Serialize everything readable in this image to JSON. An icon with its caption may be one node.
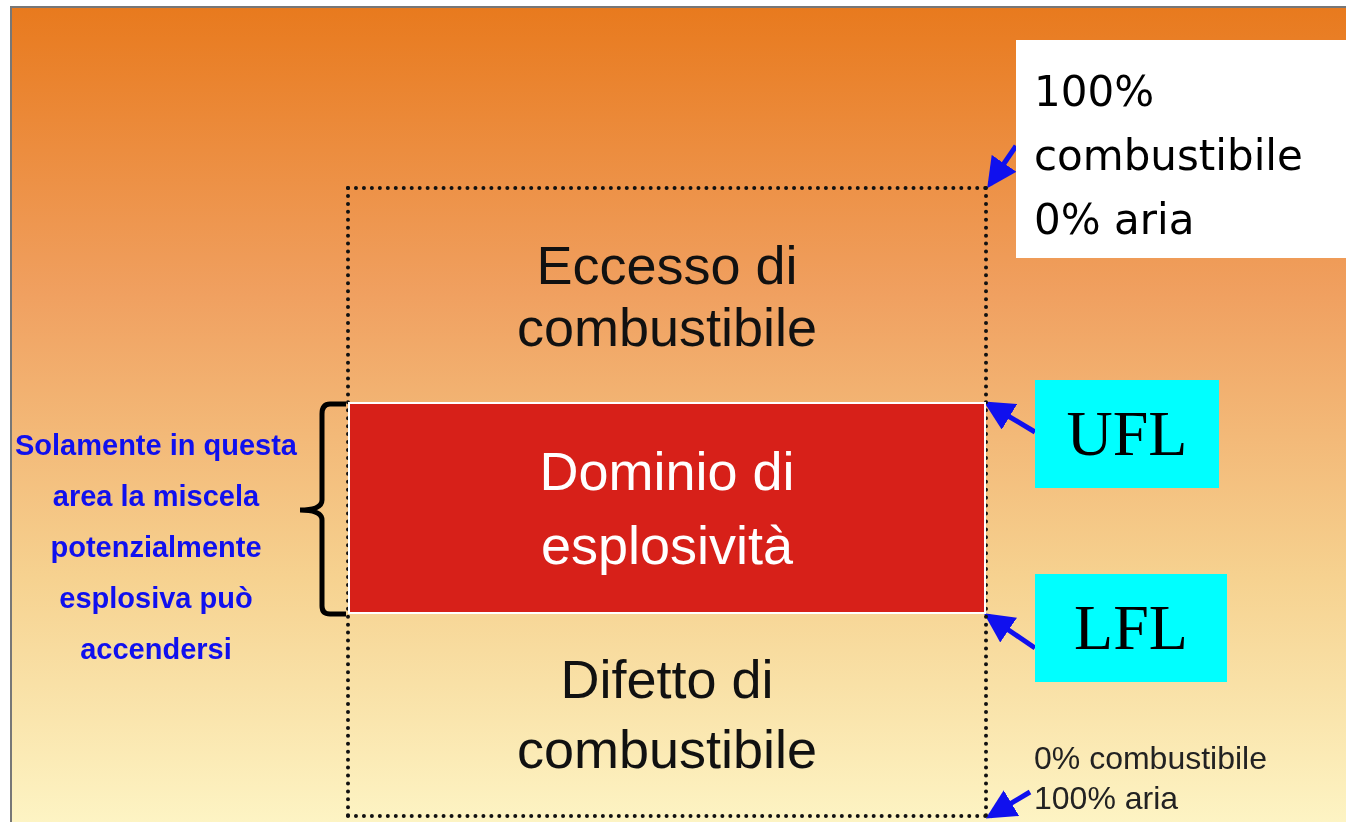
{
  "diagram": {
    "nodes": [
      {
        "text": [],
        "shape": "box"
      },
      {
        "text": [
          "Eccesso di combustibile"
        ],
        "in": 0
      },
      {
        "text": [
          "Dominio di esplosività"
        ],
        "in": 0
      },
      {
        "text": [
          "Difetto di combustibile"
        ],
        "in": 0
      },
      {
        "text": [
          "100% combustibile 0% aria"
        ]
      },
      {
        "text": [
          "UFL"
        ]
      },
      {
        "text": [
          "LFL"
        ]
      },
      {
        "text": [
          "0% combustibile 100% aria"
        ]
      }
    ],
    "edges": [
      {
        "from": 4,
        "to": 0,
        "arrow": "to"
      },
      {
        "from": 5,
        "to": 2,
        "arrow": "to"
      },
      {
        "from": 6,
        "to": 2,
        "arrow": "to"
      },
      {
        "from": 7,
        "to": 0,
        "arrow": "to"
      }
    ],
    "labels": [
      "Solamente in questa area la miscela potenzialmente esplosiva può accendersi"
    ]
  }
}
